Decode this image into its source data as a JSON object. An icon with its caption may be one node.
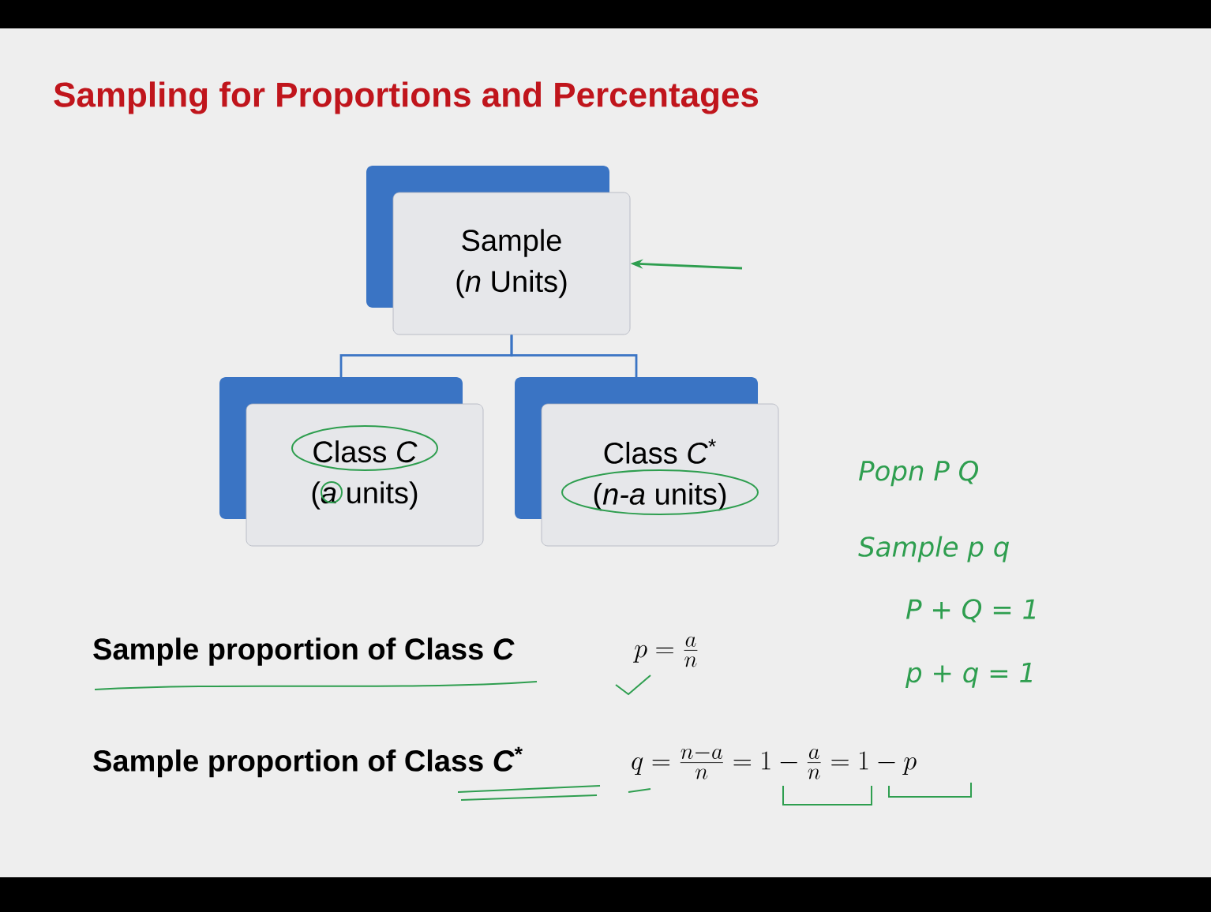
{
  "diagram": {
    "title": "Sampling for Proportions and Percentages",
    "nodes": [
      {
        "text": [
          "Sample",
          "(*n* Units)"
        ]
      },
      {
        "text": [
          "Class *C*",
          "(*a* units)"
        ]
      },
      {
        "text": [
          "Class *C*$^{*}$",
          "(*n-a* units)"
        ]
      }
    ],
    "edges": [
      {
        "from": 0,
        "to": 1,
        "arrow": "none"
      },
      {
        "from": 0,
        "to": 2,
        "arrow": "none"
      },
      {
        "from": null,
        "to": 0,
        "arrow": "to",
        "color": "#2e9e4f"
      }
    ],
    "labels": [
      "Sample proportion of Class *C*",
      "p = \\frac{a}{n}",
      "Sample proportion of Class *C*$^{*}$",
      "q = \\frac{n-a}{n} = 1 - \\frac{a}{n} = 1 - p",
      "Popn P Q",
      "Sample p q",
      "P + Q = 1",
      "p + q = 1"
    ]
  }
}
